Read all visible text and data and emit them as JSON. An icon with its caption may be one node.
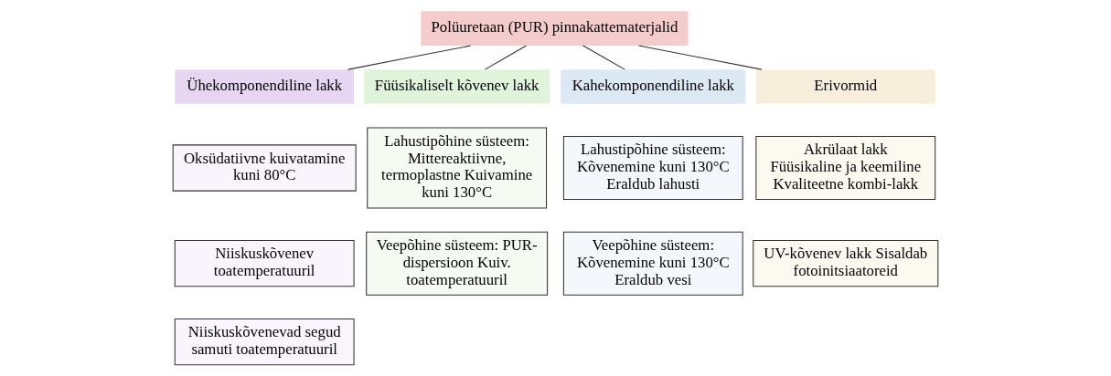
{
  "diagram": {
    "nodes": [
      {
        "text": [
          "Polüuretaan (PUR) pinnakattematerjalid"
        ]
      },
      {
        "text": [
          "Ühekomponendiline lakk"
        ]
      },
      {
        "text": [
          "Oksüdatiivne kuivatamine kuni 80°C"
        ]
      },
      {
        "text": [
          "Niiskuskõvenev toatemperatuuril"
        ]
      },
      {
        "text": [
          "Niiskuskõvenevad segud samuti toatemperatuuril"
        ]
      },
      {
        "text": [
          "Füüsikaliselt kõvenev lakk"
        ]
      },
      {
        "text": [
          "Lahustipõhine süsteem: Mittereaktiivne, termoplastne Kuivamine kuni 130°C"
        ]
      },
      {
        "text": [
          "Veepõhine süsteem: PUR-dispersioon Kuiv. toatemperatuuril"
        ]
      },
      {
        "text": [
          "Kahekomponendiline lakk"
        ]
      },
      {
        "text": [
          "Lahustipõhine süsteem: Kõvenemine kuni 130°C Eraldub lahusti"
        ]
      },
      {
        "text": [
          "Veepõhine süsteem: Kõvenemine kuni 130°C Eraldub vesi"
        ]
      },
      {
        "text": [
          "Erivormid"
        ]
      },
      {
        "text": [
          "Akrülaat lakk Füüsikaline ja keemiline Kvaliteetne kombi-lakk"
        ]
      },
      {
        "text": [
          "UV-kõvenev lakk Sisaldab fotoinitsiaatoreid"
        ]
      }
    ],
    "edges": [
      {
        "from": 0,
        "to": 1,
        "arrow": "none"
      },
      {
        "from": 0,
        "to": 5,
        "arrow": "none"
      },
      {
        "from": 0,
        "to": 8,
        "arrow": "none"
      },
      {
        "from": 0,
        "to": 11,
        "arrow": "none"
      }
    ]
  }
}
